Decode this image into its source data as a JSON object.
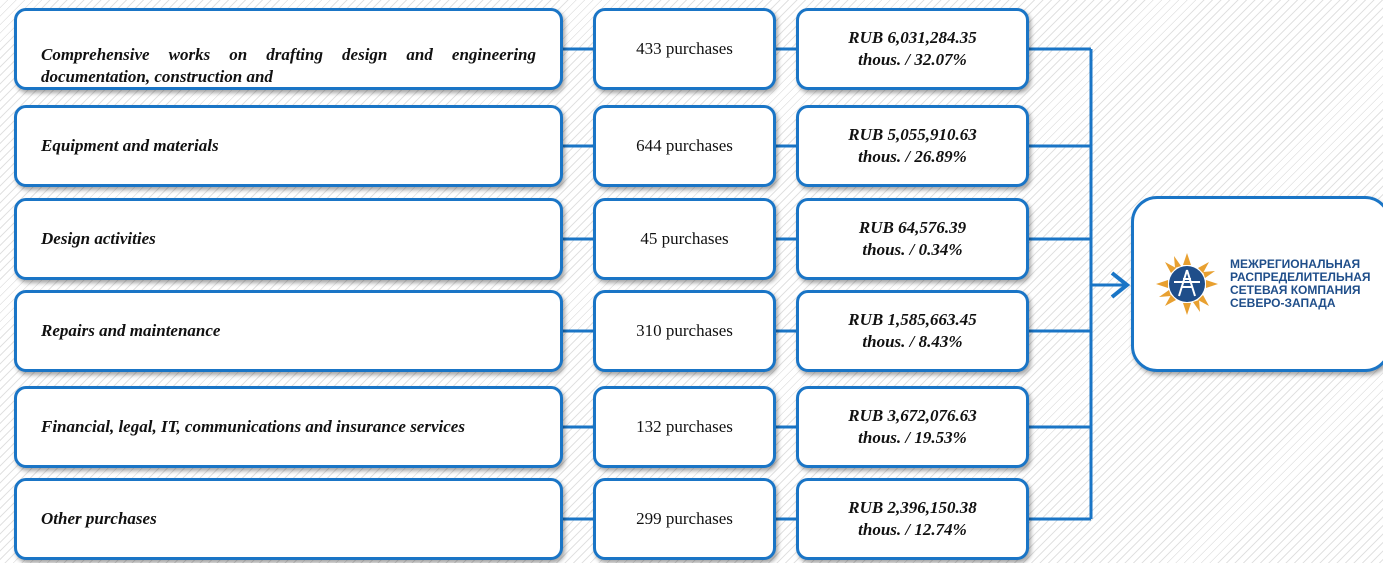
{
  "categories": [
    {
      "name": "Comprehensive works on drafting design and engineering documentation, construction and",
      "purchases": "433 purchases",
      "value_line1": "RUB 6,031,284.35",
      "value_line2": "thous. / 32.07%"
    },
    {
      "name": "Equipment and materials",
      "purchases": "644 purchases",
      "value_line1": "RUB 5,055,910.63",
      "value_line2": "thous. / 26.89%"
    },
    {
      "name": "Design activities",
      "purchases": "45 purchases",
      "value_line1": "RUB 64,576.39",
      "value_line2": "thous. / 0.34%"
    },
    {
      "name": "Repairs and maintenance",
      "purchases": "310 purchases",
      "value_line1": "RUB 1,585,663.45",
      "value_line2": "thous. / 8.43%"
    },
    {
      "name": "Financial, legal, IT, communications and insurance services",
      "purchases": "132 purchases",
      "value_line1": "RUB 3,672,076.63",
      "value_line2": "thous. / 19.53%"
    },
    {
      "name": "Other purchases",
      "purchases": "299 purchases",
      "value_line1": "RUB 2,396,150.38",
      "value_line2": "thous. / 12.74%"
    }
  ],
  "logo": {
    "line1": "МЕЖРЕГИОНАЛЬНАЯ",
    "line2": "РАСПРЕДЕЛИТЕЛЬНАЯ",
    "line3": "СЕТЕВАЯ КОМПАНИЯ",
    "line4": "СЕВЕРО-ЗАПАДА",
    "icon": "mrsk-emblem-icon"
  },
  "colors": {
    "accent": "#1a75c6",
    "logo_orange": "#e8a030",
    "logo_blue": "#1f4e8a"
  }
}
